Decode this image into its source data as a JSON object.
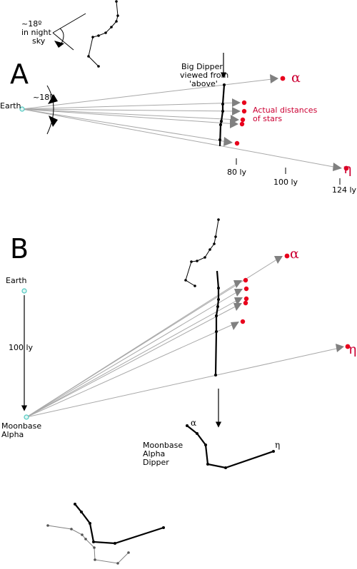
{
  "colors": {
    "star": "#e8001c",
    "ray": "#a8a8a8",
    "arrowhead": "#808080",
    "observer": "#4fc9c0",
    "label_red": "#cc0033"
  },
  "panel_a": {
    "letter": "A",
    "angle_label": "~18º",
    "sky_angle_lines": [
      "~18º",
      "in night",
      "sky"
    ],
    "observer_label": "Earth",
    "view_label_lines": [
      "Big Dipper",
      "viewed from",
      "'above'"
    ],
    "distances_label_lines": [
      "Actual distances",
      "of stars"
    ],
    "alpha": "α",
    "eta": "η",
    "distance_ticks": [
      "80 ly",
      "100 ly",
      "124 ly"
    ]
  },
  "panel_b": {
    "letter": "B",
    "earth_label": "Earth",
    "distance_label": "100 ly",
    "observer_label_lines": [
      "Moonbase",
      "Alpha"
    ],
    "alpha": "α",
    "eta": "η",
    "dipper_label_lines": [
      "Moonbase",
      "Alpha",
      "Dipper"
    ],
    "alpha_small": "α",
    "eta_small": "η"
  }
}
